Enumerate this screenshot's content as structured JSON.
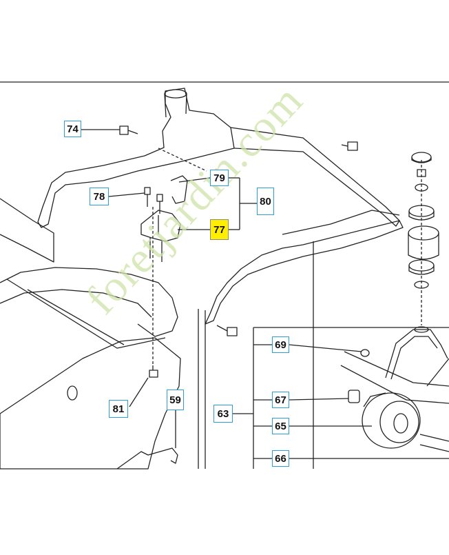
{
  "callouts": [
    {
      "id": "c74",
      "text": "74",
      "highlight": false
    },
    {
      "id": "c79",
      "text": "79",
      "highlight": false
    },
    {
      "id": "c80",
      "text": "80",
      "highlight": false
    },
    {
      "id": "c78",
      "text": "78",
      "highlight": false
    },
    {
      "id": "c77",
      "text": "77",
      "highlight": true
    },
    {
      "id": "c69",
      "text": "69",
      "highlight": false
    },
    {
      "id": "c67",
      "text": "67",
      "highlight": false
    },
    {
      "id": "c65",
      "text": "65",
      "highlight": false
    },
    {
      "id": "c63",
      "text": "63",
      "highlight": false
    },
    {
      "id": "c66",
      "text": "66",
      "highlight": false
    },
    {
      "id": "c81",
      "text": "81",
      "highlight": false
    },
    {
      "id": "c59",
      "text": "59",
      "highlight": false
    }
  ],
  "watermark": {
    "text": "foretjardin.com"
  },
  "colors": {
    "label_border": "#2a9fd6",
    "highlight_fill": "#ffee00",
    "line": "#222222"
  }
}
